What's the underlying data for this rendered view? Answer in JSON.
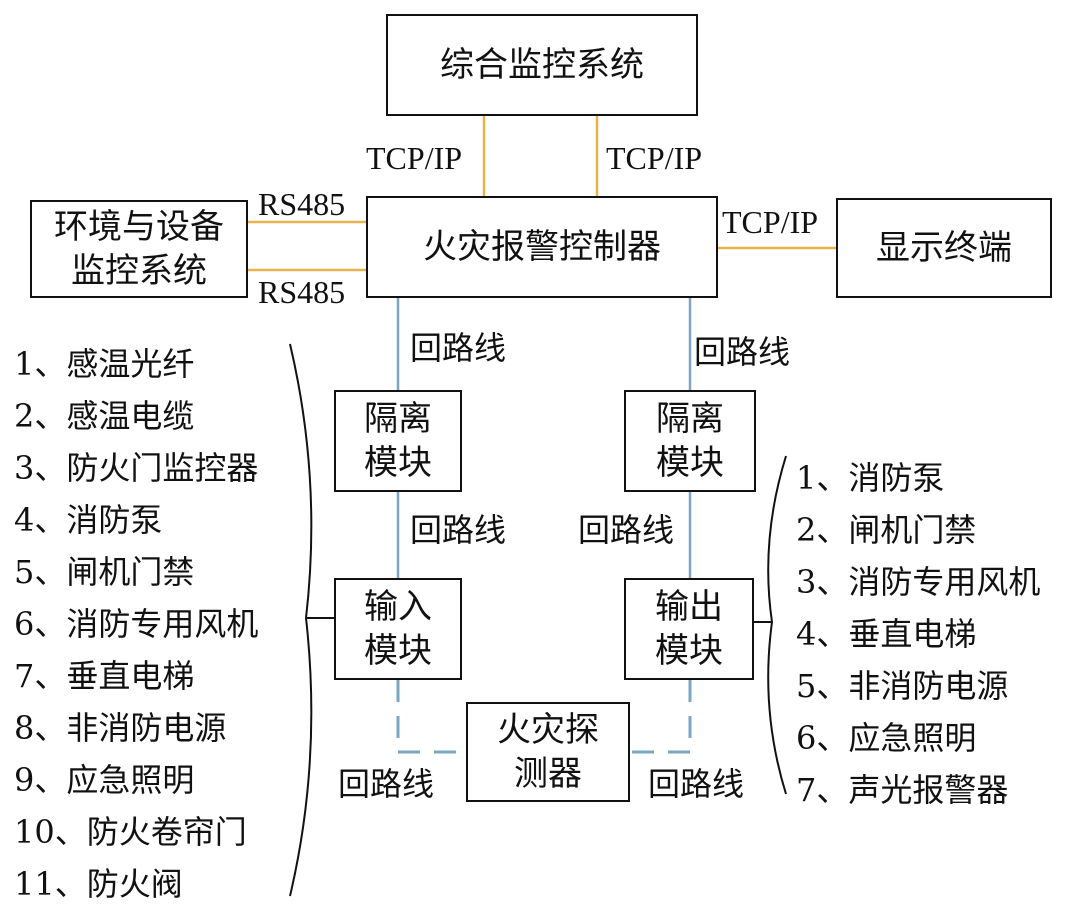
{
  "nodes": {
    "integrated_monitoring": "综合监控系统",
    "fire_alarm_controller": "火灾报警控制器",
    "env_equipment_monitoring": [
      "环境与设备",
      "监控系统"
    ],
    "display_terminal": "显示终端",
    "isolation_module_left": [
      "隔离",
      "模块"
    ],
    "isolation_module_right": [
      "隔离",
      "模块"
    ],
    "input_module": [
      "输入",
      "模块"
    ],
    "output_module": [
      "输出",
      "模块"
    ],
    "fire_detector": [
      "火灾探",
      "测器"
    ]
  },
  "edge_labels": {
    "tcp_left": "TCP/IP",
    "tcp_right": "TCP/IP",
    "tcp_display": "TCP/IP",
    "rs485_top": "RS485",
    "rs485_bottom": "RS485",
    "loop_1": "回路线",
    "loop_2": "回路线",
    "loop_3": "回路线",
    "loop_4": "回路线",
    "loop_5": "回路线",
    "loop_6": "回路线"
  },
  "input_devices": [
    "1、感温光纤",
    "2、感温电缆",
    "3、防火门监控器",
    "4、消防泵",
    "5、闸机门禁",
    "6、消防专用风机",
    "7、垂直电梯",
    "8、非消防电源",
    "9、应急照明",
    "10、防火卷帘门",
    "11、防火阀"
  ],
  "output_devices": [
    "1、消防泵",
    "2、闸机门禁",
    "3、消防专用风机",
    "4、垂直电梯",
    "5、非消防电源",
    "6、应急照明",
    "7、声光报警器"
  ],
  "colors": {
    "ethernet_line": "#e8b44a",
    "loop_line": "#7aa6c2",
    "box_border": "#111111",
    "text": "#111111"
  }
}
